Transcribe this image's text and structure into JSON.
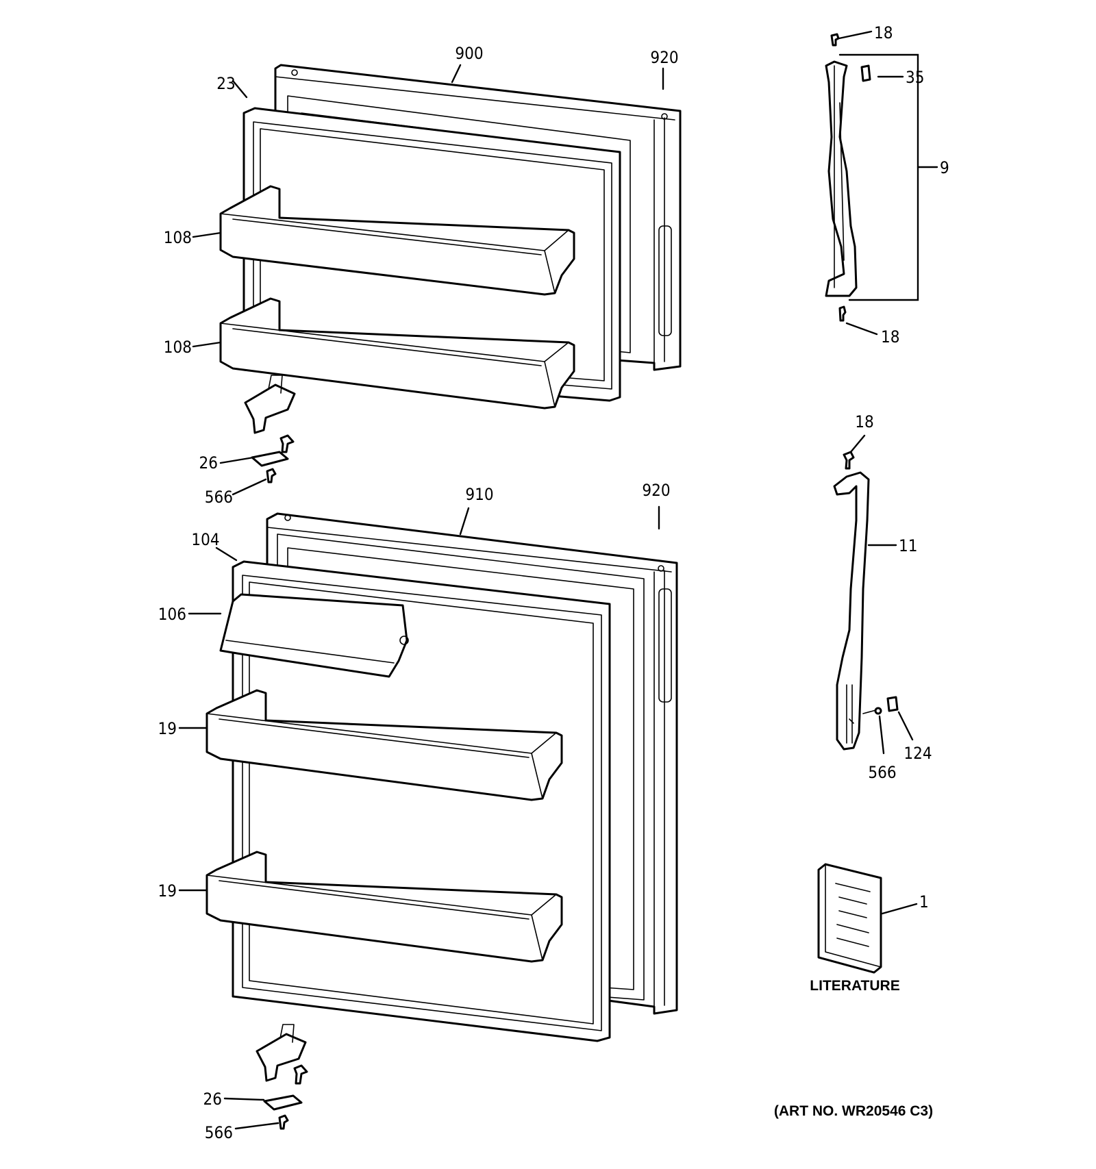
{
  "callouts": {
    "c900": "900",
    "c920_top": "920",
    "c23": "23",
    "c108_a": "108",
    "c108_b": "108",
    "c26_top": "26",
    "c566_top": "566",
    "c910": "910",
    "c920_bottom": "920",
    "c104": "104",
    "c106": "106",
    "c19_a": "19",
    "c19_b": "19",
    "c26_bottom": "26",
    "c566_bottom": "566",
    "c18_top": "18",
    "c35": "35",
    "c9": "9",
    "c18_mid": "18",
    "c18_low": "18",
    "c11": "11",
    "c566_handle": "566",
    "c124": "124",
    "c1": "1"
  },
  "literature_label": "LITERATURE",
  "art_number": "(ART NO. WR20546 C3)"
}
